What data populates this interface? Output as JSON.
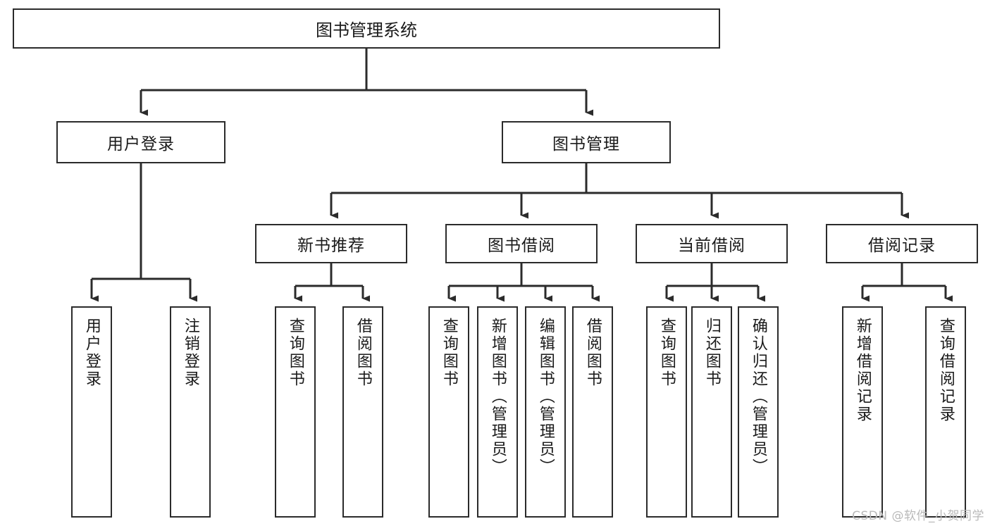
{
  "diagram": {
    "type": "tree",
    "title": "图书管理系统",
    "root": {
      "label": "图书管理系统"
    },
    "level2": [
      {
        "label": "用户登录"
      },
      {
        "label": "图书管理"
      }
    ],
    "level3": [
      {
        "label": "新书推荐"
      },
      {
        "label": "图书借阅"
      },
      {
        "label": "当前借阅"
      },
      {
        "label": "借阅记录"
      }
    ],
    "leaves": {
      "user_login": [
        {
          "label": "用户登录"
        },
        {
          "label": "注销登录"
        }
      ],
      "new_book": [
        {
          "label": "查询图书"
        },
        {
          "label": "借阅图书"
        }
      ],
      "book_borrow": [
        {
          "label": "查询图书"
        },
        {
          "label": "新增图书（管理员）"
        },
        {
          "label": "编辑图书（管理员）"
        },
        {
          "label": "借阅图书"
        }
      ],
      "current_borrow": [
        {
          "label": "查询图书"
        },
        {
          "label": "归还图书"
        },
        {
          "label": "确认归还（管理员）"
        }
      ],
      "borrow_record": [
        {
          "label": "新增借阅记录"
        },
        {
          "label": "查询借阅记录"
        }
      ]
    }
  },
  "watermark": {
    "text": "CSDN @软件_小贺同学"
  },
  "colors": {
    "stroke": "#2b2b2b",
    "background": "#ffffff",
    "text": "#1a1a1a",
    "watermark": "#b9b9b9"
  }
}
